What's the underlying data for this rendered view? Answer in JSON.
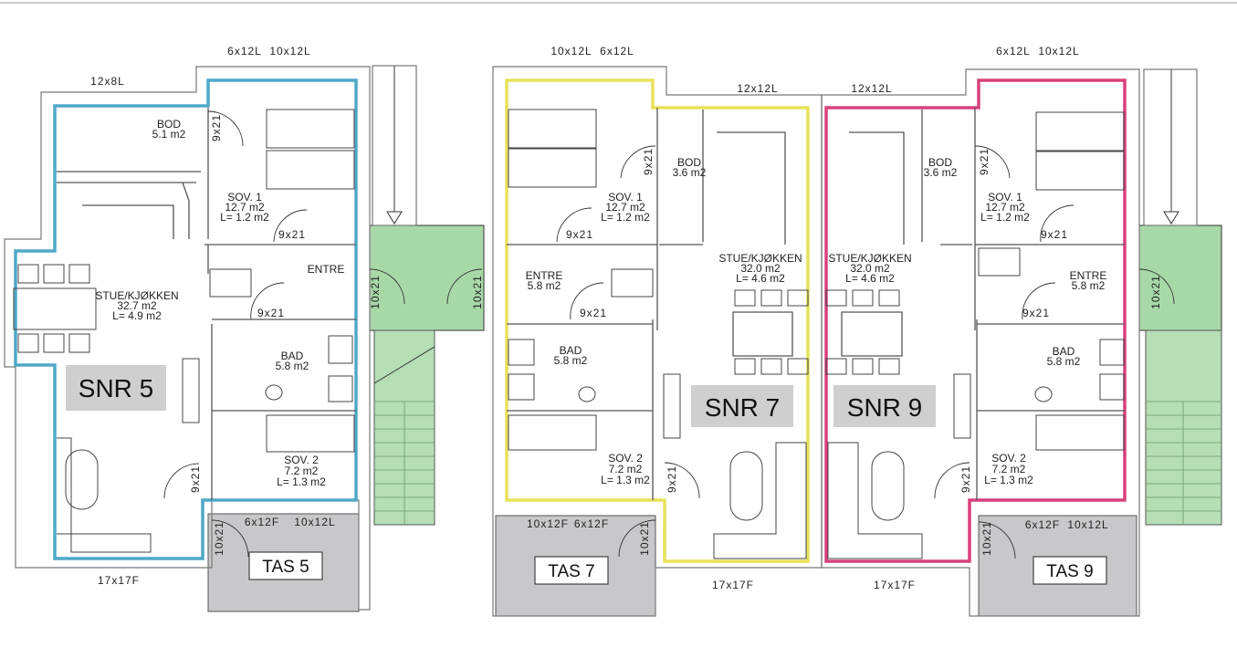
{
  "plan": {
    "colors": {
      "unit5": "#4fa8c8",
      "unit7": "#e8e25a",
      "unit9": "#d8407a",
      "entry": "#a8d8a8",
      "terrace": "#c8c8ca",
      "label_box": "#cfcfcf"
    },
    "units": [
      {
        "name": "SNR 5",
        "terrace": "TAS 5",
        "stue": {
          "name": "STUE/KJØKKEN",
          "area": "32.7 m2",
          "storage": "L= 4.9 m2"
        },
        "bod": {
          "name": "BOD",
          "area": "5.1 m2"
        },
        "sov1": {
          "name": "SOV. 1",
          "area": "12.7 m2",
          "storage": "L= 1.2 m2"
        },
        "entre": {
          "name": "ENTRE"
        },
        "bad": {
          "name": "BAD",
          "area": "5.8 m2"
        },
        "sov2": {
          "name": "SOV. 2",
          "area": "7.2 m2",
          "storage": "L= 1.3 m2"
        },
        "windows": [
          "12x8L",
          "6x12L",
          "10x12L",
          "6x12F",
          "10x12L",
          "17x17F"
        ],
        "doors": [
          "9x21",
          "9x21",
          "9x21",
          "9x21",
          "10x21",
          "10x21",
          "10x21"
        ]
      },
      {
        "name": "SNR 7",
        "terrace": "TAS 7",
        "stue": {
          "name": "STUE/KJØKKEN",
          "area": "32.0 m2",
          "storage": "L= 4.6 m2"
        },
        "bod": {
          "name": "BOD",
          "area": "3.6 m2"
        },
        "sov1": {
          "name": "SOV. 1",
          "area": "12.7 m2",
          "storage": "L= 1.2 m2"
        },
        "entre": {
          "name": "ENTRE",
          "area": "5.8 m2"
        },
        "bad": {
          "name": "BAD",
          "area": "5.8 m2"
        },
        "sov2": {
          "name": "SOV. 2",
          "area": "7.2 m2",
          "storage": "L= 1.3 m2"
        },
        "windows": [
          "10x12L",
          "6x12L",
          "12x12L",
          "10x12F",
          "6x12F",
          "17x17F"
        ],
        "doors": [
          "9x21",
          "9x21",
          "9x21",
          "9x21",
          "10x21"
        ]
      },
      {
        "name": "SNR 9",
        "terrace": "TAS 9",
        "stue": {
          "name": "STUE/KJØKKEN",
          "area": "32.0 m2",
          "storage": "L= 4.6 m2"
        },
        "bod": {
          "name": "BOD",
          "area": "3.6 m2"
        },
        "sov1": {
          "name": "SOV. 1",
          "area": "12.7 m2",
          "storage": "L= 1.2 m2"
        },
        "entre": {
          "name": "ENTRE",
          "area": "5.8 m2"
        },
        "bad": {
          "name": "BAD",
          "area": "5.8 m2"
        },
        "sov2": {
          "name": "SOV. 2",
          "area": "7.2 m2",
          "storage": "L= 1.3 m2"
        },
        "windows": [
          "12x12L",
          "6x12L",
          "10x12L",
          "6x12F",
          "10x12L",
          "17x17F"
        ],
        "doors": [
          "9x21",
          "9x21",
          "9x21",
          "9x21",
          "10x21",
          "10x21"
        ]
      }
    ]
  }
}
